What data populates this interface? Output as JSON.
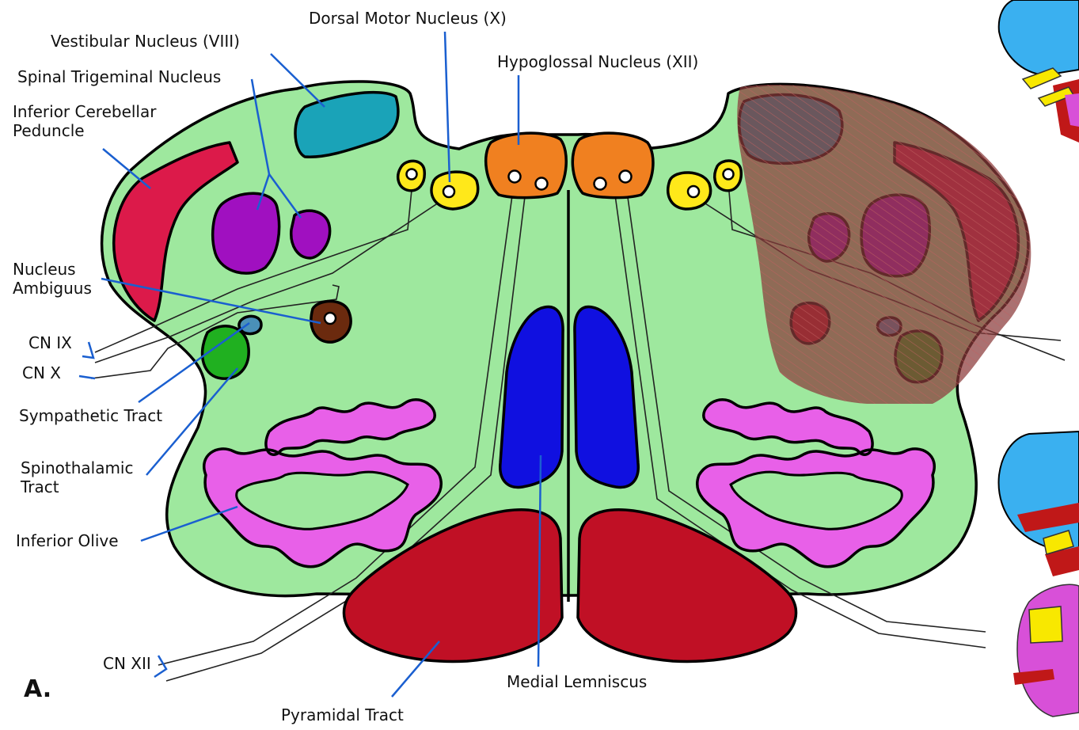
{
  "panel_label": "A.",
  "labels": {
    "vestibular": "Vestibular Nucleus (VIII)",
    "dorsal_motor": "Dorsal Motor Nucleus (X)",
    "hypoglossal": "Hypoglossal Nucleus (XII)",
    "spinal_trigeminal": "Spinal Trigeminal Nucleus",
    "icp_line1": "Inferior Cerebellar",
    "icp_line2": "Peduncle",
    "ambiguus_line1": "Nucleus",
    "ambiguus_line2": "Ambiguus",
    "cn9": "CN IX",
    "cn10": "CN X",
    "sympathetic": "Sympathetic Tract",
    "spinothalamic_line1": "Spinothalamic",
    "spinothalamic_line2": "Tract",
    "inferior_olive": "Inferior Olive",
    "cn12": "CN XII",
    "pyramidal": "Pyramidal Tract",
    "medial_lemniscus": "Medial Lemniscus"
  },
  "colors": {
    "medulla_fill": "#9ee89e",
    "vestibular": "#1aa3b8",
    "spinal_trigeminal": "#a010c0",
    "inferior_cerebellar_peduncle": "#dc1a4a",
    "cranial_nuclei_yellow": "#ffe81a",
    "hypoglossal": "#f08020",
    "nucleus_ambiguus": "#6b2a0e",
    "spinothalamic": "#20b020",
    "sympathetic": "#4a90b8",
    "inferior_olive": "#e860e8",
    "medial_lemniscus": "#1010e0",
    "pyramidal": "#c01025",
    "lesion_overlay": "#8a3a3a",
    "leader_lines": "#1a5fd0",
    "vascular_blue": "#3ab0f0",
    "vascular_red": "#c01818",
    "vascular_yellow": "#f8e800",
    "vascular_magenta": "#d850d8"
  }
}
